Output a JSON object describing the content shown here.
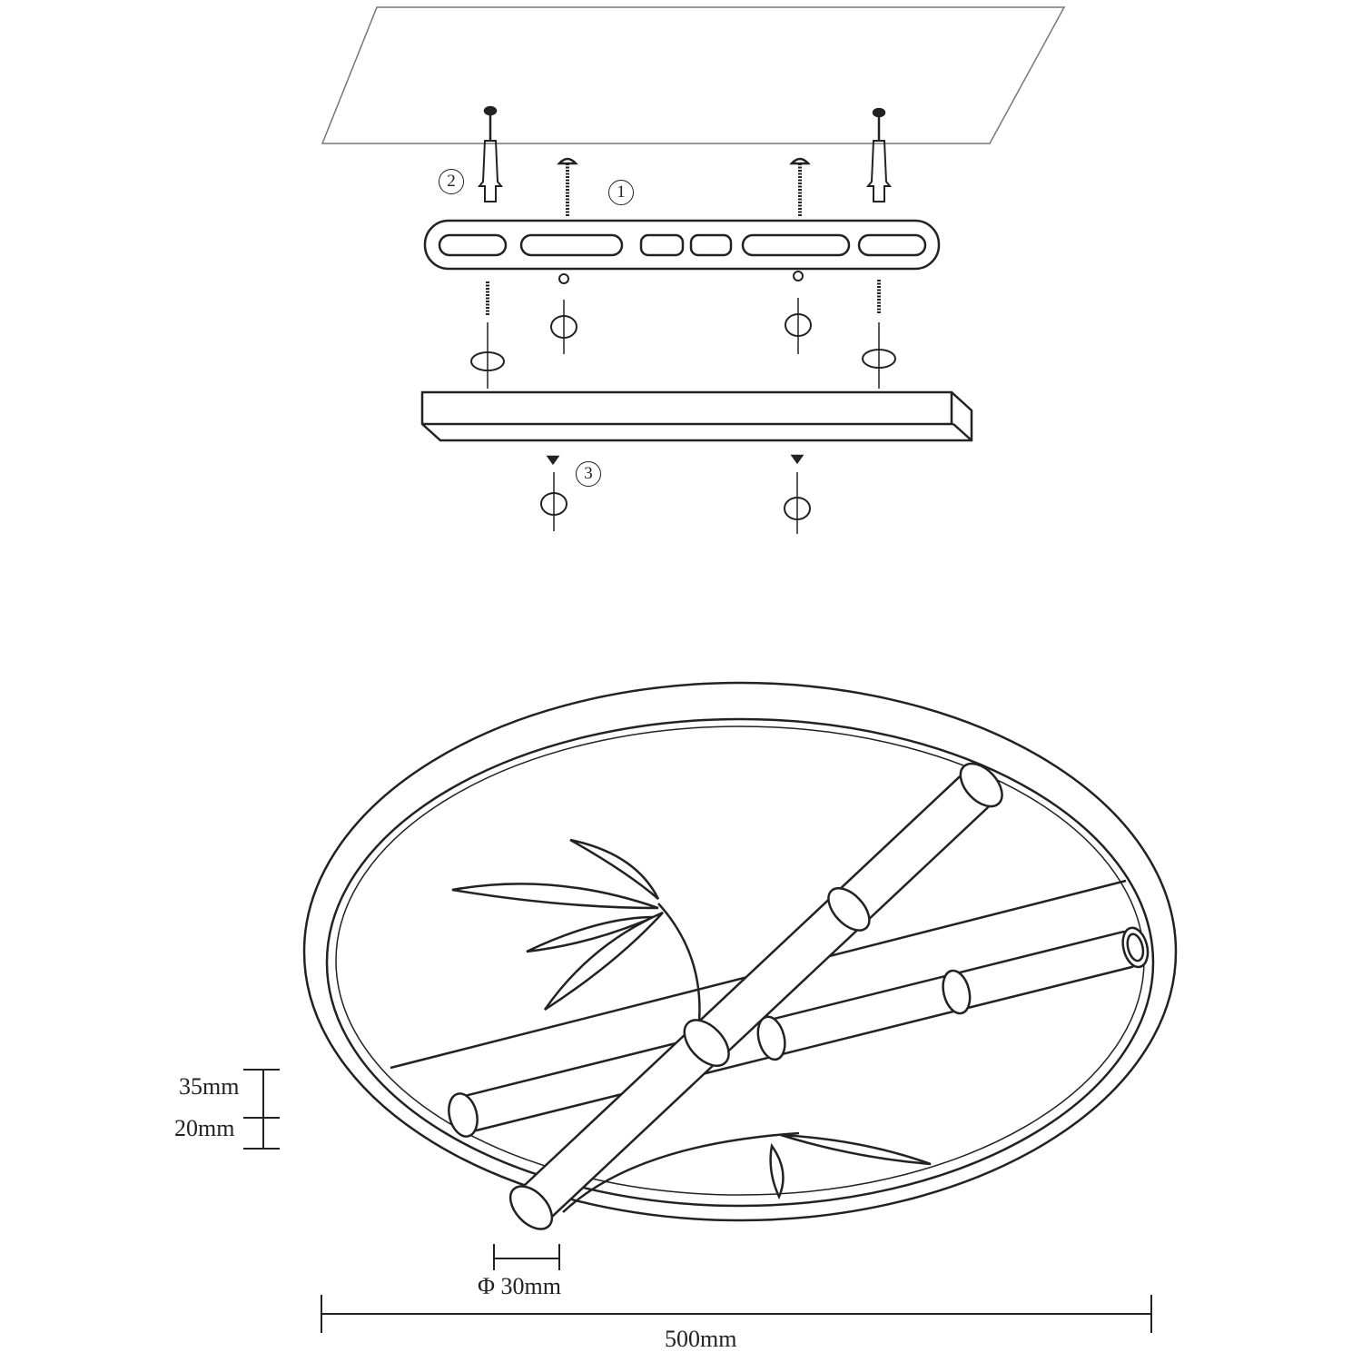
{
  "callouts": {
    "step1": "1",
    "step2": "2",
    "step3": "3"
  },
  "dimensions": {
    "height_top": "35mm",
    "height_bottom": "20mm",
    "tube_diameter": "Φ 30mm",
    "width": "500mm"
  },
  "colors": {
    "line": "#222222",
    "background": "#ffffff"
  }
}
